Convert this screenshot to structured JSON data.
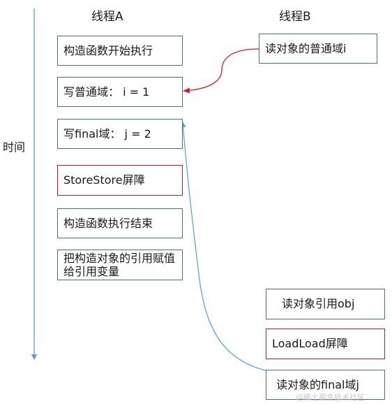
{
  "headers": {
    "thread_a": "线程A",
    "thread_b": "线程B"
  },
  "time_label": "时间",
  "thread_a_steps": [
    "构造函数开始执行",
    "写普通域：  i = 1",
    "写final域：  j = 2",
    "StoreStore屏障",
    "构造函数执行结束",
    "把构造对象的引用赋值给引用变量"
  ],
  "thread_b_steps": [
    "读对象的普通域i",
    "读对象引用obj",
    "LoadLoad屏障",
    "读对象的final域j"
  ],
  "colors": {
    "box_border": "#4a6f98",
    "barrier_border": "#c0202a",
    "red_arrow": "#e0191f",
    "blue_arrow": "#5b9bd5",
    "time_axis": "#5b9bd5"
  },
  "watermark": "@稀土掘金技术社区"
}
